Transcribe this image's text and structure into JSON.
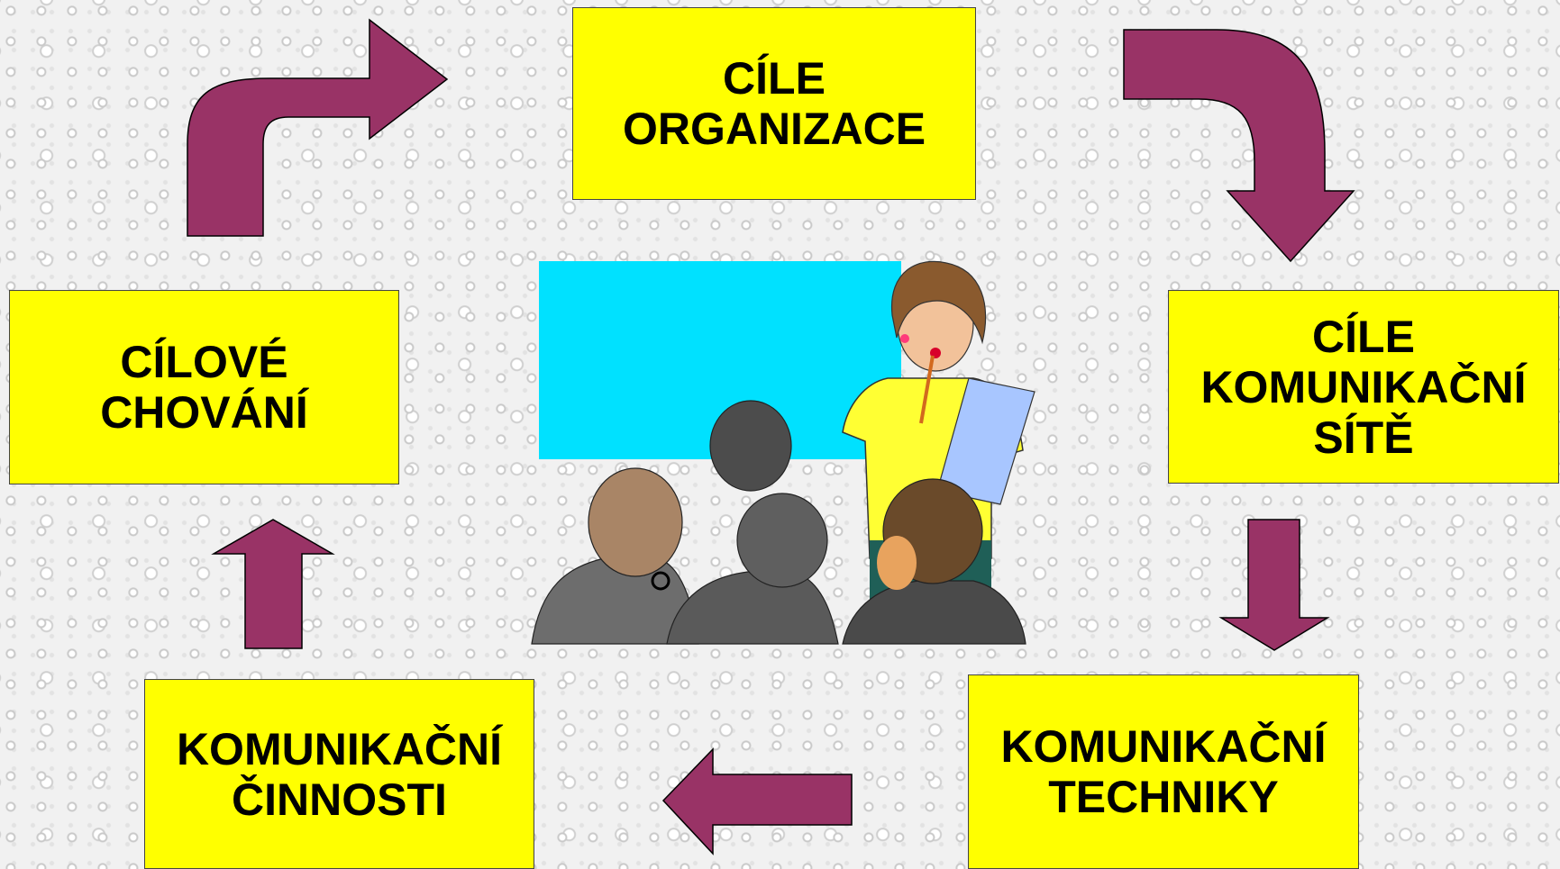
{
  "diagram": {
    "boxes": {
      "cile_organizace": {
        "line1": "CÍLE",
        "line2": "ORGANIZACE"
      },
      "cile_site": {
        "line1": "CÍLE",
        "line2": "KOMUNIKAČNÍ",
        "line3": "SÍTĚ"
      },
      "techniky": {
        "line1": "KOMUNIKAČNÍ",
        "line2": "TECHNIKY"
      },
      "cinnosti": {
        "line1": "KOMUNIKAČNÍ",
        "line2": "ČINNOSTI"
      },
      "cilove_chovani": {
        "line1": "CÍLOVÉ",
        "line2": "CHOVÁNÍ"
      }
    },
    "colors": {
      "box_fill": "#ffff00",
      "arrow_fill": "#993366",
      "screen": "#00e1ff"
    },
    "center_image": "presenter-meeting-clipart"
  }
}
